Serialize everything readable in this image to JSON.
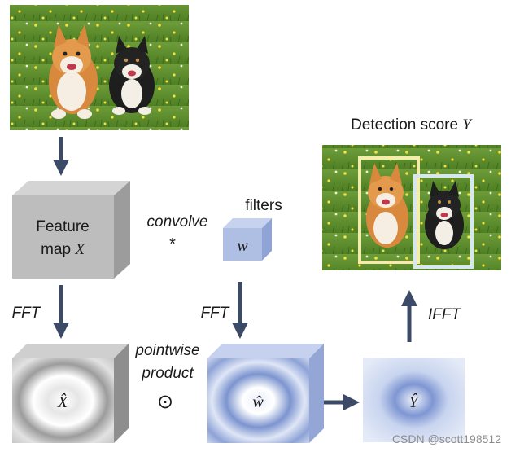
{
  "labels": {
    "feature_map_line1": "Feature",
    "feature_map_line2_prefix": "map ",
    "feature_map_var": "X",
    "convolve": "convolve",
    "convolve_op": "*",
    "filters": "filters",
    "filter_var": "w",
    "fft_left": "FFT",
    "fft_right": "FFT",
    "pointwise_line1": "pointwise",
    "pointwise_line2": "product",
    "pointwise_op": "⊙",
    "x_hat": "X̂",
    "w_hat": "ŵ",
    "y_hat": "Ŷ",
    "ifft": "IFFT",
    "detection_prefix": "Detection score ",
    "detection_var": "Y",
    "watermark": "CSDN @scott198512"
  },
  "colors": {
    "arrow": "#3b4a66",
    "feature_box": "#bdbdbd",
    "filter_box": "#aebfe3",
    "freq_x": "#9a9a9a",
    "freq_w": "#7d95d0",
    "detect_left_box": "#f4ecaa",
    "detect_right_box": "#d8e7ee"
  },
  "images": {
    "top_photo": "photo-two-shiba-dogs-on-grass",
    "detect_photo": "photo-two-shiba-dogs-with-detection-boxes"
  }
}
